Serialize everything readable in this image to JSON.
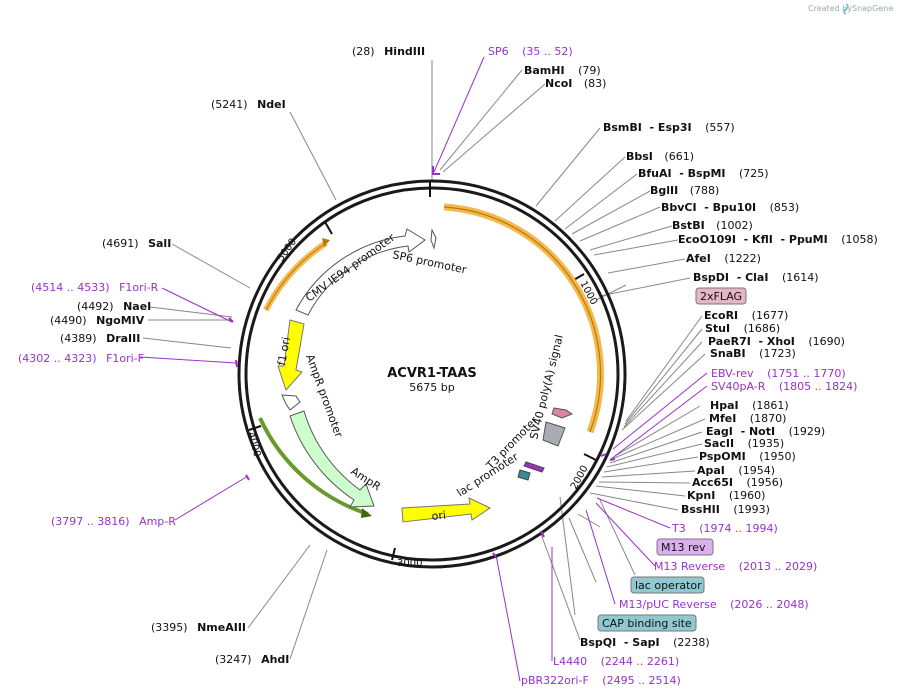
{
  "plasmid": {
    "name": "ACVR1-TAAS",
    "size_label": "5675 bp"
  },
  "watermark": {
    "prefix": "Created by",
    "brand": "SnapGene"
  },
  "ticks": [
    "1000",
    "2000",
    "3000",
    "4000",
    "5000"
  ],
  "features": [
    "CMV IE94 promoter",
    "SP6 promoter",
    "f1 ori",
    "AmpR promoter",
    "AmpR",
    "ori",
    "lac promoter",
    "T3 promoter",
    "SV40 poly(A) signal"
  ],
  "enzymes": [
    {
      "pos": "(28)",
      "name": "HindIII"
    },
    {
      "name": "BamHI",
      "pos": "(79)"
    },
    {
      "name": "NcoI",
      "pos": "(83)"
    },
    {
      "pos": "(5241)",
      "name": "NdeI"
    },
    {
      "name": "BsmBI  - Esp3I",
      "pos": "(557)"
    },
    {
      "name": "BbsI",
      "pos": "(661)"
    },
    {
      "name": "BfuAI  - BspMI",
      "pos": "(725)"
    },
    {
      "name": "BglII",
      "pos": "(788)"
    },
    {
      "name": "BbvCI  - Bpu10I",
      "pos": "(853)"
    },
    {
      "name": "BstBI",
      "pos": "(1002)"
    },
    {
      "name": "EcoO109I  - KflI  - PpuMI",
      "pos": "(1058)"
    },
    {
      "pos": "(4691)",
      "name": "SalI"
    },
    {
      "name": "AfeI",
      "pos": "(1222)"
    },
    {
      "name": "BspDI  - ClaI",
      "pos": "(1614)"
    },
    {
      "pos": "(4492)",
      "name": "NaeI"
    },
    {
      "pos": "(4490)",
      "name": "NgoMIV"
    },
    {
      "pos": "(4389)",
      "name": "DraIII"
    },
    {
      "name": "EcoRI",
      "pos": "(1677)"
    },
    {
      "name": "StuI",
      "pos": "(1686)"
    },
    {
      "name": "PaeR7I  - XhoI",
      "pos": "(1690)"
    },
    {
      "name": "SnaBI",
      "pos": "(1723)"
    },
    {
      "name": "HpaI",
      "pos": "(1861)"
    },
    {
      "name": "MfeI",
      "pos": "(1870)"
    },
    {
      "name": "EagI  - NotI",
      "pos": "(1929)"
    },
    {
      "name": "SacII",
      "pos": "(1935)"
    },
    {
      "name": "PspOMI",
      "pos": "(1950)"
    },
    {
      "name": "ApaI",
      "pos": "(1954)"
    },
    {
      "name": "Acc65I",
      "pos": "(1956)"
    },
    {
      "name": "KpnI",
      "pos": "(1960)"
    },
    {
      "name": "BssHII",
      "pos": "(1993)"
    },
    {
      "name": "BspQI  - SapI",
      "pos": "(2238)"
    },
    {
      "pos": "(3395)",
      "name": "NmeAIII"
    },
    {
      "pos": "(3247)",
      "name": "AhdI"
    }
  ],
  "primers": [
    {
      "name": "SP6",
      "range": "(35 .. 52)"
    },
    {
      "range": "(4514 .. 4533)",
      "name": "F1ori-R"
    },
    {
      "range": "(4302 .. 4323)",
      "name": "F1ori-F"
    },
    {
      "name": "EBV-rev",
      "range": "(1751 .. 1770)"
    },
    {
      "name": "SV40pA-R",
      "range": "(1805 .. 1824)"
    },
    {
      "range": "(3797 .. 3816)",
      "name": "Amp-R"
    },
    {
      "name": "T3",
      "range": "(1974 .. 1994)"
    },
    {
      "name": "M13 Reverse",
      "range": "(2013 .. 2029)"
    },
    {
      "name": "M13/pUC Reverse",
      "range": "(2026 .. 2048)"
    },
    {
      "name": "L4440",
      "range": "(2244 .. 2261)"
    },
    {
      "name": "pBR322ori-F",
      "range": "(2495 .. 2514)"
    }
  ],
  "badges": [
    "2xFLAG",
    "M13 rev",
    "lac operator",
    "CAP binding site"
  ],
  "colors": {
    "backbone": "#1a1a1a",
    "primer": "#9b30c9",
    "promoter": "#ffffff",
    "ori": "#ffff00",
    "ampr": "#ccffcc",
    "orange_feature": "#f5b84a",
    "green_feature": "#6a9a2a",
    "flag_badge": "#e7b6c6",
    "purple_badge": "#dcb0ef",
    "teal_badge": "#8fc8d0"
  }
}
